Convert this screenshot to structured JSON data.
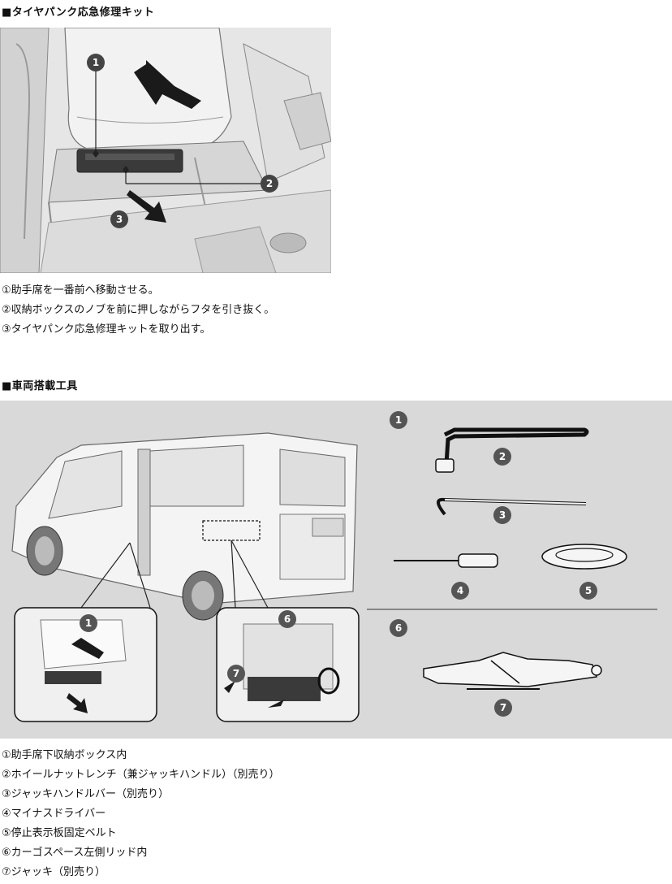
{
  "section1": {
    "heading": "■タイヤパンク応急修理キット",
    "steps": [
      "①助手席を一番前へ移動させる。",
      "②収納ボックスのノブを前に押しながらフタを引き抜く。",
      "③タイヤパンク応急修理キットを取り出す。"
    ],
    "callouts": [
      "1",
      "2",
      "3"
    ]
  },
  "section2": {
    "heading": "■車両搭載工具",
    "callouts": {
      "storage1": "1",
      "wrench": "2",
      "jack_bar": "3",
      "screwdriver": "4",
      "belt": "5",
      "storage6": "6",
      "jack": "7",
      "inset1": "1",
      "inset6": "6",
      "inset7": "7"
    },
    "items": [
      "①助手席下収納ボックス内",
      "②ホイールナットレンチ（兼ジャッキハンドル）（別売り）",
      "③ジャッキハンドルバー（別売り）",
      "④マイナスドライバー",
      "⑤停止表示板固定ベルト",
      "⑥カーゴスペース左側リッド内",
      "⑦ジャッキ（別売り）"
    ]
  },
  "colors": {
    "panel_bg": "#d9d9d9",
    "badge": "#444444",
    "arrow": "#1a1a1a"
  }
}
